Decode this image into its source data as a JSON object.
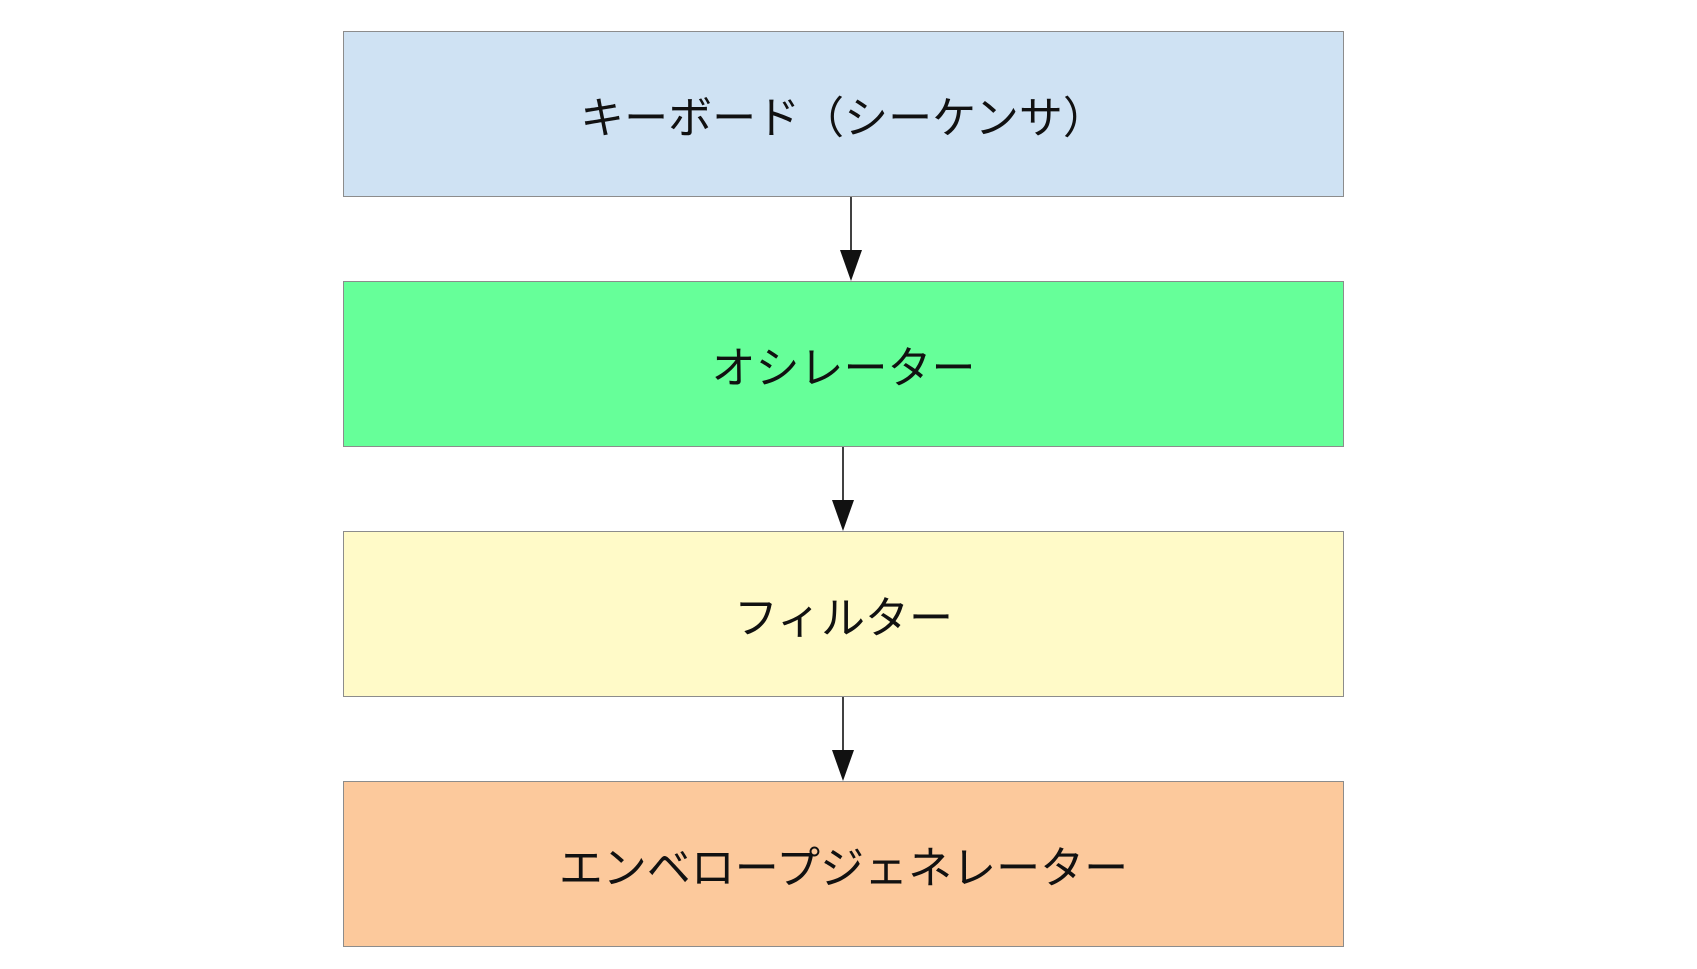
{
  "nodes": [
    {
      "id": "keyboard",
      "label": "キーボード（シーケンサ）",
      "fill": "#cfe2f3"
    },
    {
      "id": "oscillator",
      "label": "オシレーター",
      "fill": "#66ff99"
    },
    {
      "id": "filter",
      "label": "フィルター",
      "fill": "#fffac8"
    },
    {
      "id": "envelope",
      "label": "エンベロープジェネレーター",
      "fill": "#fcc99c"
    }
  ],
  "edges": [
    {
      "from": "keyboard",
      "to": "oscillator"
    },
    {
      "from": "oscillator",
      "to": "filter"
    },
    {
      "from": "filter",
      "to": "envelope"
    }
  ],
  "colors": {
    "border": "#8c8c8c",
    "arrow": "#111111"
  }
}
